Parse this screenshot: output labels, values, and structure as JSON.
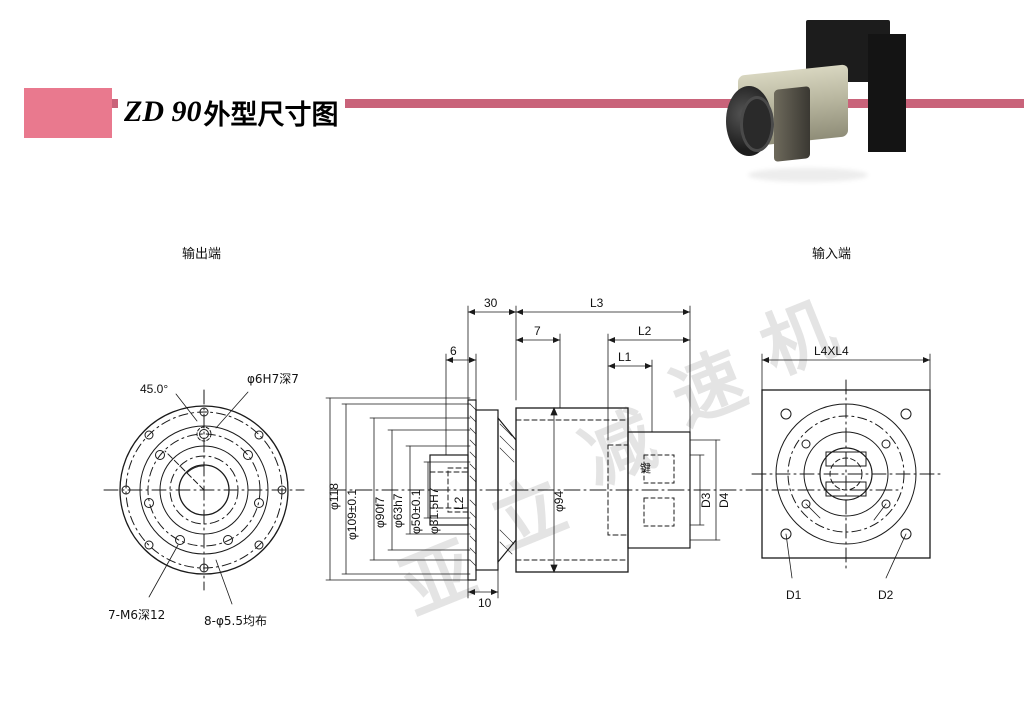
{
  "header": {
    "model": "ZD 90",
    "title_cn": "外型尺寸图"
  },
  "labels": {
    "output_end": "输出端",
    "input_end": "输入端"
  },
  "left_view": {
    "angle": "45.0°",
    "hole_spec": "φ6H7深7",
    "thread_spec": "7-M6深12",
    "bolt_spec": "8-φ5.5均布"
  },
  "vertical_dims": [
    "φ118",
    "φ109±0.1",
    "φ90f7",
    "φ63h7",
    "φ50±0.1",
    "φ31.5H7",
    "L2",
    "φ94",
    "D3",
    "D4"
  ],
  "horizontal_dims": [
    "30",
    "L3",
    "7",
    "L2",
    "6",
    "L1",
    "10",
    "L4XL4"
  ],
  "right_view": {
    "d1": "D1",
    "d2": "D2",
    "key_cn": "键"
  },
  "watermark": {
    "text": "立减速机"
  },
  "colors": {
    "band": "#c9637a",
    "block": "#e9798e",
    "line": "#1a1a1a"
  }
}
